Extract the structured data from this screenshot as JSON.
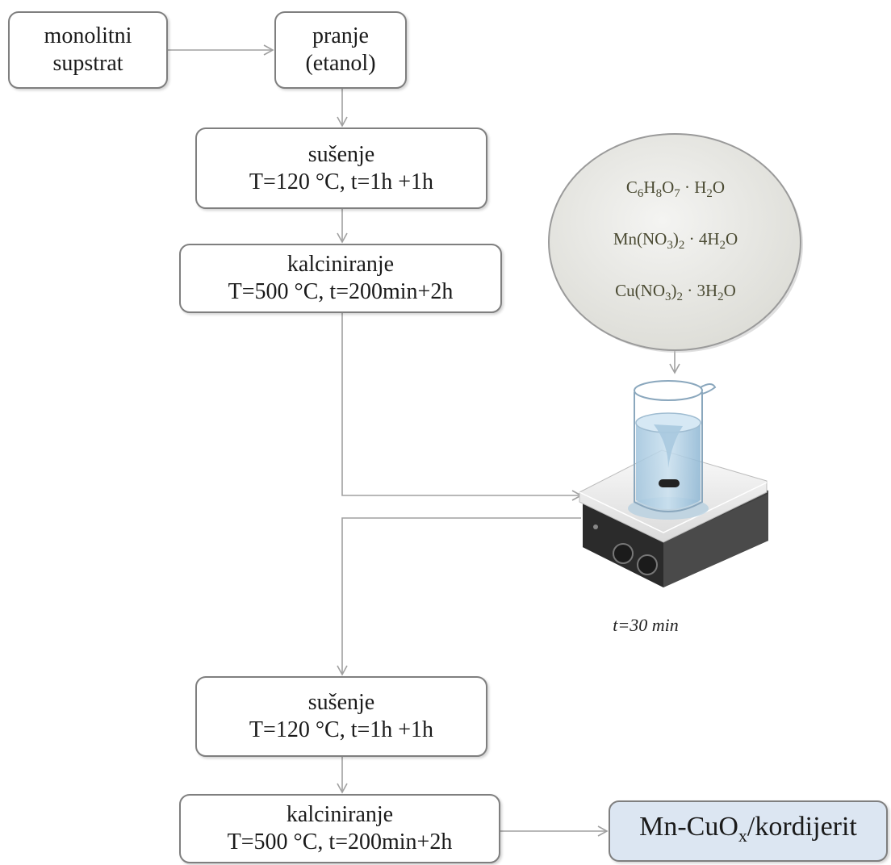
{
  "steps": {
    "substrate": {
      "line1": "monolitni",
      "line2": "supstrat"
    },
    "washing": {
      "line1": "pranje",
      "line2": "(etanol)"
    },
    "drying1": {
      "line1": "sušenje",
      "line2": "T=120 °C, t=1h +1h"
    },
    "calcination1": {
      "line1": "kalciniranje",
      "line2": "T=500 °C, t=200min+2h"
    },
    "drying2": {
      "line1": "sušenje",
      "line2": "T=120 °C, t=1h +1h"
    },
    "calcination2": {
      "line1": "kalciniranje",
      "line2": "T=500 °C, t=200min+2h"
    },
    "product": {
      "base": "Mn-CuO",
      "sub": "x",
      "rest": "/kordijerit"
    }
  },
  "reagents": [
    {
      "parts": [
        [
          "C",
          ""
        ],
        [
          "6",
          "sub"
        ],
        [
          "H",
          ""
        ],
        [
          "8",
          "sub"
        ],
        [
          "O",
          ""
        ],
        [
          "7",
          "sub"
        ],
        [
          " · H",
          ""
        ],
        [
          "2",
          "sub"
        ],
        [
          "O",
          ""
        ]
      ]
    },
    {
      "parts": [
        [
          "Mn(NO",
          ""
        ],
        [
          "3",
          "sub"
        ],
        [
          ")",
          ""
        ],
        [
          "2",
          "sub"
        ],
        [
          " · 4H",
          ""
        ],
        [
          "2",
          "sub"
        ],
        [
          "O",
          ""
        ]
      ]
    },
    {
      "parts": [
        [
          "Cu(NO",
          ""
        ],
        [
          "3",
          "sub"
        ],
        [
          ")",
          ""
        ],
        [
          "2",
          "sub"
        ],
        [
          " · 3H",
          ""
        ],
        [
          "2",
          "sub"
        ],
        [
          "O",
          ""
        ]
      ]
    }
  ],
  "mixing_time": "t=30 min",
  "colors": {
    "box_border": "#7f7f7f",
    "product_fill": "#dce6f2",
    "arrow": "#a0a0a0",
    "ellipse_fill": "#e8e8e4"
  }
}
